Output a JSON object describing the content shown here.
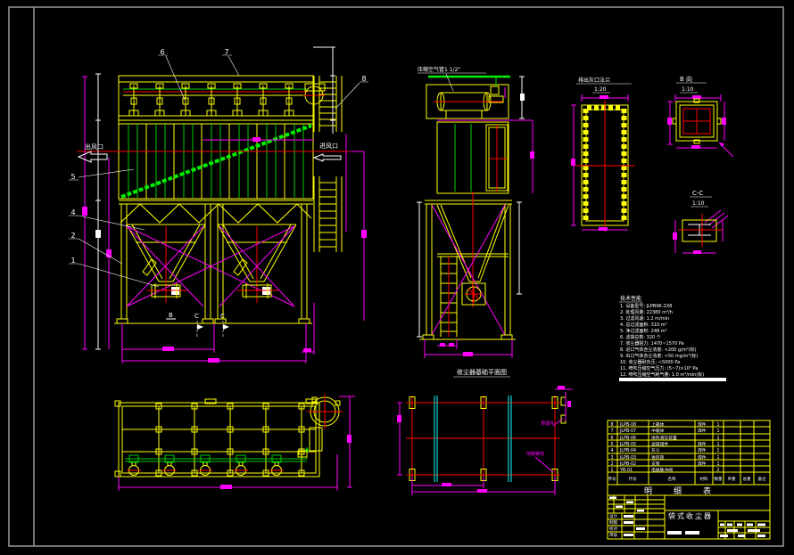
{
  "front_view": {
    "outlet_label": "出风口",
    "inlet_label": "进风口",
    "section_b": "B",
    "section_c": "C",
    "callouts": {
      "n1": "1",
      "n2": "2",
      "n4": "4",
      "n5": "5",
      "n6": "6",
      "n7": "7",
      "n8": "8"
    }
  },
  "side_view": {
    "pipe_label": "压缩空气管1 1/2\""
  },
  "details": {
    "flange": {
      "title": "排出灰口法兰",
      "scale": "1:20"
    },
    "b_view": {
      "title": "B 向",
      "scale": "1:10"
    },
    "cc": {
      "title": "C-C",
      "scale": "1:10"
    }
  },
  "tech_notes": {
    "title": "技术性能",
    "lines": [
      "1. 设备型号: JLPB96-2X8",
      "2. 处理风量: 22380 m³/h",
      "3. 过滤风速: 1.2 m/min",
      "4. 总过滤面积: 310 m²",
      "5. 净过滤面积: 248 m²",
      "6. 滤袋总数: 320 个",
      "7. 收尘器阻力: 1470~1570 Pa",
      "8. 进口气体含尘浓度: <200 g/m³(标)",
      "9. 出口气体含尘浓度: <50 mg/m³(标)",
      "10. 收尘器耐负压: <5000 Pa",
      "11. 喷吹压缩空气压力: (5~7)×10⁵ Pa",
      "12. 喷吹压缩空气耗气量: 1.0 m³/min(标)"
    ]
  },
  "foundation": {
    "caption": "收尘器基础平面图",
    "anno_embed": "预埋件",
    "anno_bolt": "地脚螺栓"
  },
  "title_block": {
    "banner": "明细表",
    "product_name": "袋式收尘器",
    "header": [
      "序号",
      "代号",
      "名称",
      "材料",
      "数量",
      "单重",
      "总重",
      "备注"
    ],
    "bom": [
      {
        "seq": "8",
        "code": "JLPB-08",
        "name": "上箱体",
        "mat": "焊件",
        "qty": "1"
      },
      {
        "seq": "7",
        "code": "JLPB-07",
        "name": "中箱体",
        "mat": "焊件",
        "qty": "1"
      },
      {
        "seq": "6",
        "code": "JLPB-06",
        "name": "喷吹清灰装置",
        "mat": "",
        "qty": "1"
      },
      {
        "seq": "5",
        "code": "JLPB-05",
        "name": "滤袋组件",
        "mat": "焊件",
        "qty": "1"
      },
      {
        "seq": "4",
        "code": "JLPB-04",
        "name": "灰斗",
        "mat": "焊件",
        "qty": "1"
      },
      {
        "seq": "3",
        "code": "JLPB-03",
        "name": "进风管",
        "mat": "焊件",
        "qty": "1"
      },
      {
        "seq": "2",
        "code": "JLPB-02",
        "name": "支架",
        "mat": "焊件",
        "qty": "1"
      },
      {
        "seq": "1",
        "code": "YB-01",
        "name": "电磁脉冲阀",
        "mat": "",
        "qty": "2"
      }
    ],
    "sig_labels": [
      "设计",
      "制图",
      "校对",
      "审核"
    ]
  }
}
